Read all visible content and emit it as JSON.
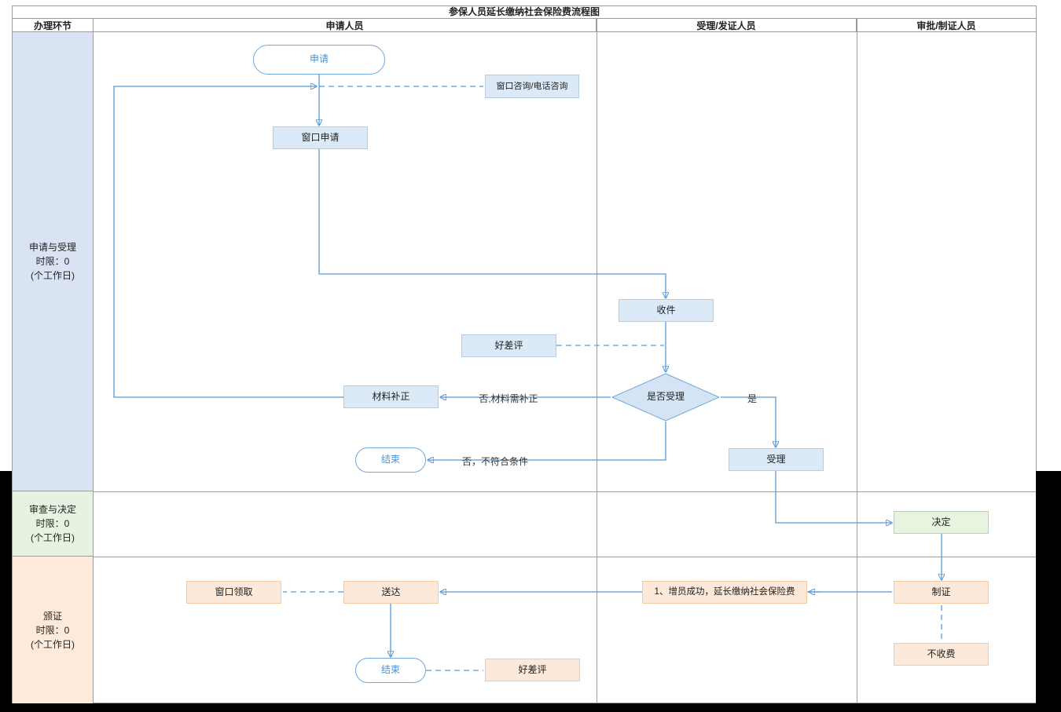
{
  "title": "参保人员延长缴纳社会保险费流程图",
  "header": {
    "col1": "办理环节",
    "col2": "申请人员",
    "col3": "受理/发证人员",
    "col4": "审批/制证人员"
  },
  "lanes": {
    "row1": {
      "line1": "申请与受理",
      "line2": "时限：0",
      "line3": "(个工作日)"
    },
    "row2": {
      "line1": "审查与决定",
      "line2": "时限：0",
      "line3": "(个工作日)"
    },
    "row3": {
      "line1": "颁证",
      "line2": "时限：0",
      "line3": "(个工作日)"
    }
  },
  "nodes": {
    "apply": "申请",
    "window_consult": "窗口咨询/电话咨询",
    "window_apply": "窗口申请",
    "receive": "收件",
    "rating_top": "好差评",
    "accept_decision": "是否受理",
    "material_fix": "材料补正",
    "end_top": "结束",
    "accept": "受理",
    "decide": "决定",
    "make_cert": "制证",
    "no_fee": "不收费",
    "note": "1、增员成功，延长缴纳社会保险费",
    "deliver": "送达",
    "window_pickup": "窗口领取",
    "end_bottom": "结束",
    "rating_bottom": "好差评"
  },
  "edge_labels": {
    "no_fix": "否,材料需补正",
    "yes": "是",
    "no_reject": "否，不符合条件"
  },
  "colors": {
    "flow_line": "#5b9bd5",
    "node_blue_fill": "#dce9f7",
    "node_blue_border": "#b3cde8",
    "node_green_fill": "#e7f4df",
    "node_green_border": "#b3d8a4",
    "node_orange_fill": "#fde9d9",
    "node_orange_border": "#f0cba6",
    "stadium_border": "#6fa8dc",
    "stadium_text": "#4a90d9",
    "lane_apply_bg": "#dae3f3",
    "lane_review_bg": "#e7f3e1",
    "lane_issue_bg": "#fdeada"
  }
}
